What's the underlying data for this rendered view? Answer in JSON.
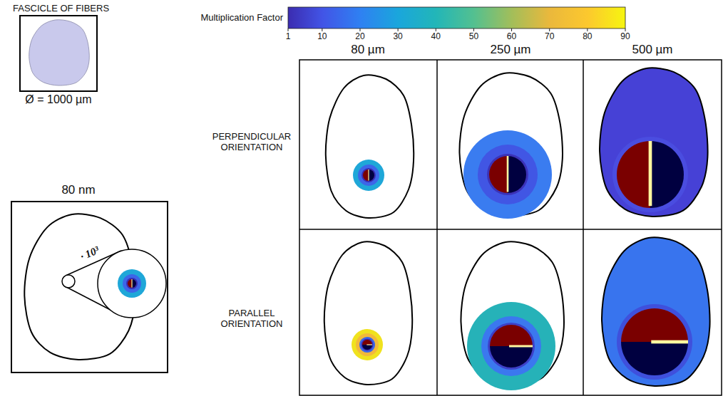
{
  "diagram": {
    "nodes": [
      {
        "text": [
          "FASCICLE OF FIBERS",
          "Ø = 1000 µm"
        ]
      },
      {
        "text": [
          "80 nm"
        ]
      }
    ],
    "labels": [
      "Multiplication Factor",
      "1",
      "10",
      "20",
      "30",
      "40",
      "50",
      "60",
      "70",
      "80",
      "90",
      "80 µm",
      "250 µm",
      "500 µm",
      "PERPENDICULAR ORIENTATION",
      "PARALLEL ORIENTATION",
      "· 10³"
    ]
  }
}
